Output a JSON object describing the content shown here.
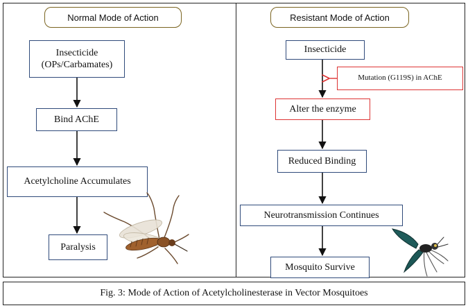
{
  "left_panel": {
    "header": "Normal Mode of Action",
    "steps": [
      "Insecticide",
      "Bind AChE",
      "Acetylcholine Accumulates",
      "Paralysis"
    ],
    "insecticide_sub": "(OPs/Carbamates)"
  },
  "right_panel": {
    "header": "Resistant Mode of Action",
    "steps": [
      "Insecticide",
      "Alter the enzyme",
      "Reduced Binding",
      "Neurotransmission Continues",
      "Mosquito Survive"
    ],
    "mutation_label": "Mutation (G119S) in AChE"
  },
  "caption": "Fig. 3: Mode of Action of Acetylcholinesterase in Vector Mosquitoes",
  "colors": {
    "box_border": "#2f4a7a",
    "header_border": "#7a6420",
    "highlight": "#dd3333"
  }
}
